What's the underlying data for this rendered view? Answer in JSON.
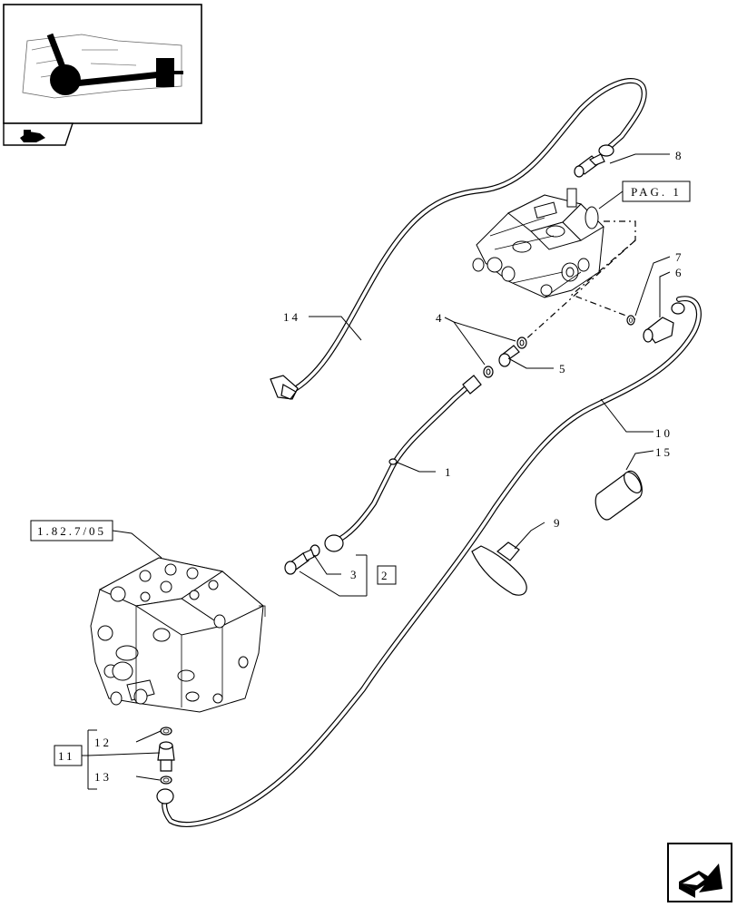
{
  "thumbnail": {
    "icon": "tractor-location-thumbnail"
  },
  "header_icon": "tractor-section-icon",
  "ref_page_label": "PAG. 1",
  "ref_section_label": "1.82.7/05",
  "callouts": {
    "c1": "1",
    "c2": "2",
    "c3": "3",
    "c4": "4",
    "c5": "5",
    "c6": "6",
    "c7": "7",
    "c8": "8",
    "c9": "9",
    "c10": "10",
    "c11": "11",
    "c12": "12",
    "c13": "13",
    "c14": "14",
    "c15": "15"
  },
  "nav_icon": "next-page-arrow-icon"
}
